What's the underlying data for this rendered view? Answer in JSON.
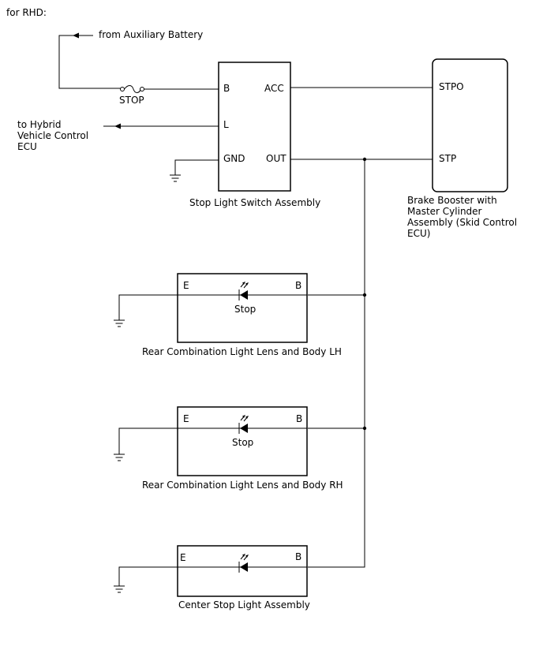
{
  "title": "for RHD:",
  "supply_note": "from Auxiliary Battery",
  "fuse_label": "STOP",
  "hybrid_note": [
    "to Hybrid",
    "Vehicle Control",
    "ECU"
  ],
  "switch": {
    "name": "Stop Light Switch Assembly",
    "pins": {
      "b": "B",
      "acc": "ACC",
      "l": "L",
      "gnd": "GND",
      "out": "OUT"
    }
  },
  "booster": {
    "name": [
      "Brake Booster with",
      "Master Cylinder",
      "Assembly (Skid Control",
      "ECU)"
    ],
    "pins": {
      "stpo": "STPO",
      "stp": "STP"
    }
  },
  "lamps": [
    {
      "name": "Rear Combination Light Lens and Body LH",
      "pin_e": "E",
      "pin_b": "B",
      "bulb": "Stop"
    },
    {
      "name": "Rear Combination Light Lens and Body RH",
      "pin_e": "E",
      "pin_b": "B",
      "bulb": "Stop"
    },
    {
      "name": "Center Stop Light Assembly",
      "pin_e": "E",
      "pin_b": "B",
      "bulb": ""
    }
  ]
}
